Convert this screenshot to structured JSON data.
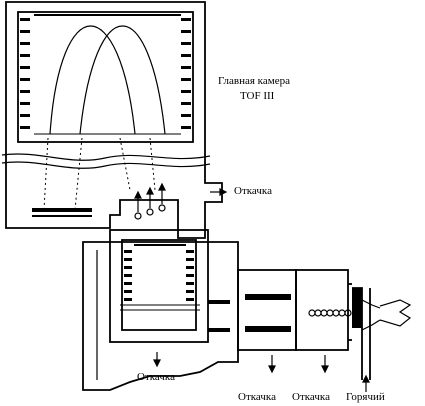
{
  "labels": {
    "chamber_line1": "Главная камера",
    "chamber_line2": "TOF III",
    "pump_right": "Откачка",
    "pump_middle": "Откачка",
    "pump_bottom_1": "Откачка",
    "pump_bottom_2": "Откачка",
    "hot": "Горячий"
  },
  "colors": {
    "ink": "#000000",
    "paper": "#ffffff"
  }
}
